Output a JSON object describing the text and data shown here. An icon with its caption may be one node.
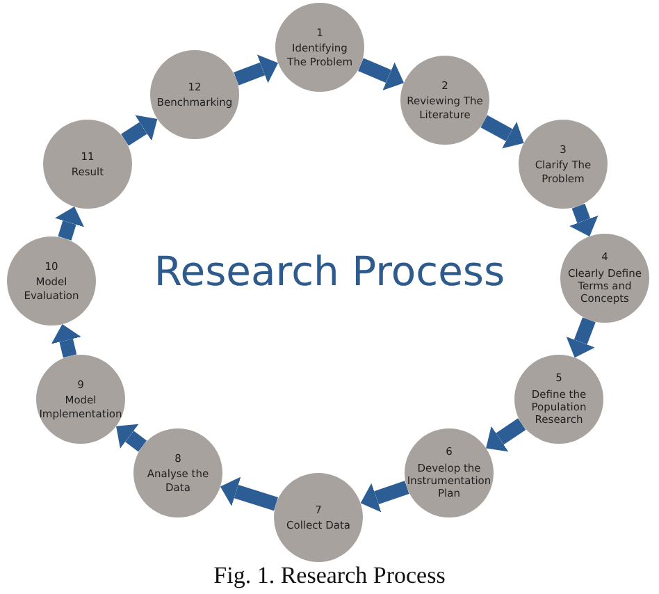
{
  "diagram": {
    "title": "Research Process",
    "caption": "Fig. 1. Research Process",
    "nodes": [
      {
        "text": [
          "1",
          "Identifying The Problem"
        ]
      },
      {
        "text": [
          "2",
          "Reviewing The Literature"
        ]
      },
      {
        "text": [
          "3",
          "Clarify The Problem"
        ]
      },
      {
        "text": [
          "4",
          "Clearly Define Terms and Concepts"
        ]
      },
      {
        "text": [
          "5",
          "Define the Population Research"
        ]
      },
      {
        "text": [
          "6",
          "Develop the Instrumentation Plan"
        ]
      },
      {
        "text": [
          "7",
          "Collect Data"
        ]
      },
      {
        "text": [
          "8",
          "Analyse the Data"
        ]
      },
      {
        "text": [
          "9",
          "Model Implementation"
        ]
      },
      {
        "text": [
          "10",
          "Model Evaluation"
        ]
      },
      {
        "text": [
          "11",
          "Result"
        ]
      },
      {
        "text": [
          "12",
          "Benchmarking"
        ]
      }
    ],
    "edges": [
      {
        "from": 0,
        "to": 1,
        "arrow": "to"
      },
      {
        "from": 1,
        "to": 2,
        "arrow": "to"
      },
      {
        "from": 2,
        "to": 3,
        "arrow": "to"
      },
      {
        "from": 3,
        "to": 4,
        "arrow": "to"
      },
      {
        "from": 4,
        "to": 5,
        "arrow": "to"
      },
      {
        "from": 5,
        "to": 6,
        "arrow": "to"
      },
      {
        "from": 6,
        "to": 7,
        "arrow": "to"
      },
      {
        "from": 7,
        "to": 8,
        "arrow": "to"
      },
      {
        "from": 8,
        "to": 9,
        "arrow": "to"
      },
      {
        "from": 9,
        "to": 10,
        "arrow": "to"
      },
      {
        "from": 10,
        "to": 11,
        "arrow": "to"
      },
      {
        "from": 11,
        "to": 0,
        "arrow": "to"
      }
    ]
  }
}
